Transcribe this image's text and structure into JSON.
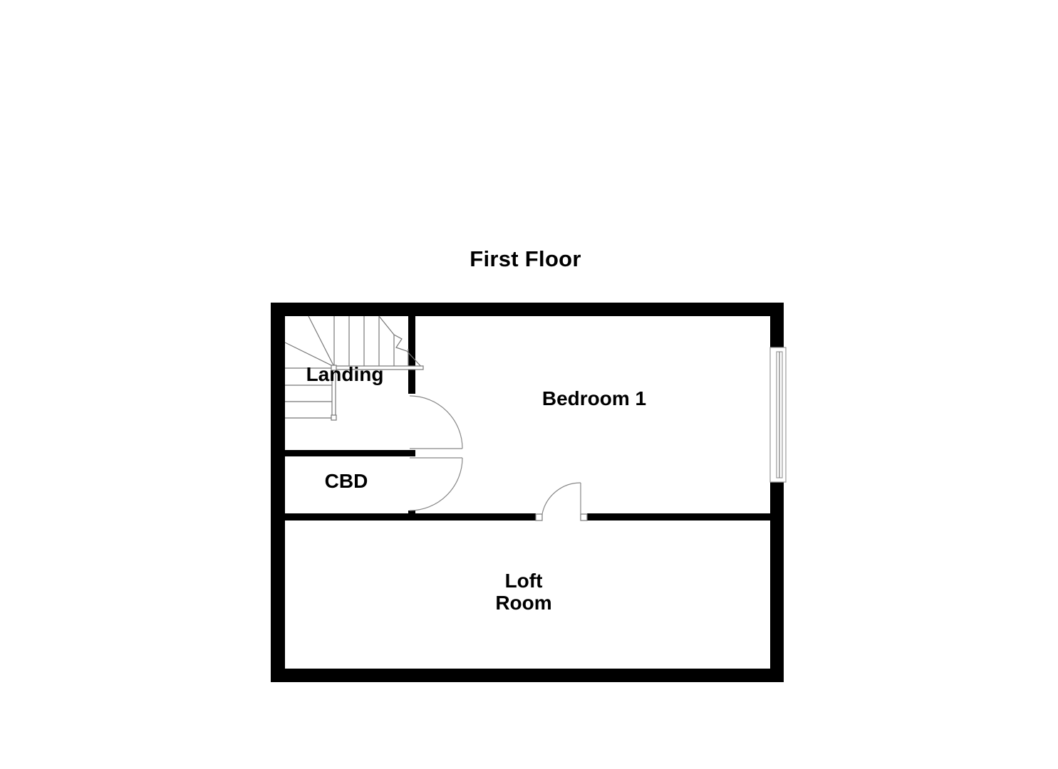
{
  "floor": {
    "title": "First Floor"
  },
  "rooms": [
    {
      "id": "landing",
      "label": "Landing"
    },
    {
      "id": "bedroom-1",
      "label": "Bedroom 1"
    },
    {
      "id": "cbd",
      "label": "CBD"
    },
    {
      "id": "loft-room",
      "label": "Loft\nRoom"
    }
  ],
  "colors": {
    "wall": "#000000",
    "background": "#ffffff",
    "fixture_line": "#777777"
  }
}
